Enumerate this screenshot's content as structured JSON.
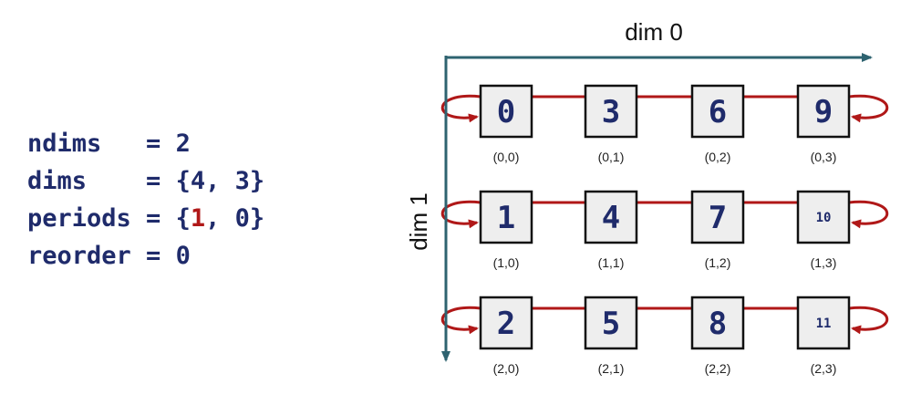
{
  "code": {
    "ndims": {
      "key": "ndims  ",
      "eq": " = ",
      "value": "2"
    },
    "dims": {
      "key": "dims   ",
      "eq": " = ",
      "value": "{4, 3}"
    },
    "periods": {
      "key": "periods",
      "eq": " = ",
      "open": "{",
      "first": "1",
      "rest": ", 0}"
    },
    "reorder": {
      "key": "reorder",
      "eq": " = ",
      "value": "0"
    }
  },
  "axes": {
    "dim0": "dim 0",
    "dim1": "dim 1"
  },
  "colors": {
    "axis": "#2e6370",
    "wrap": "#b01818",
    "text": "#1f2b6b"
  },
  "grid": {
    "rows": [
      [
        {
          "rank": "0",
          "coord": "(0,0)"
        },
        {
          "rank": "3",
          "coord": "(0,1)"
        },
        {
          "rank": "6",
          "coord": "(0,2)"
        },
        {
          "rank": "9",
          "coord": "(0,3)"
        }
      ],
      [
        {
          "rank": "1",
          "coord": "(1,0)"
        },
        {
          "rank": "4",
          "coord": "(1,1)"
        },
        {
          "rank": "7",
          "coord": "(1,2)"
        },
        {
          "rank": "10",
          "coord": "(1,3)"
        }
      ],
      [
        {
          "rank": "2",
          "coord": "(2,0)"
        },
        {
          "rank": "5",
          "coord": "(2,1)"
        },
        {
          "rank": "8",
          "coord": "(2,2)"
        },
        {
          "rank": "11",
          "coord": "(2,3)"
        }
      ]
    ]
  }
}
